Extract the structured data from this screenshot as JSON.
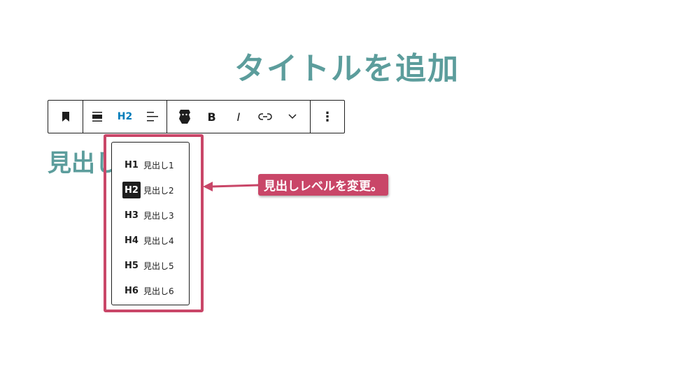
{
  "title": "タイトルを追加",
  "heading": "見出し",
  "toolbar": {
    "heading_level": "H2",
    "bold": "B",
    "italic": "I",
    "more": "⋮"
  },
  "menu": {
    "items": [
      {
        "level": "H1",
        "label": "見出し1",
        "selected": false
      },
      {
        "level": "H2",
        "label": "見出し2",
        "selected": true
      },
      {
        "level": "H3",
        "label": "見出し3",
        "selected": false
      },
      {
        "level": "H4",
        "label": "見出し4",
        "selected": false
      },
      {
        "level": "H5",
        "label": "見出し5",
        "selected": false
      },
      {
        "level": "H6",
        "label": "見出し6",
        "selected": false
      }
    ]
  },
  "callout": "見出しレベルを変更。",
  "colors": {
    "accent": "#c94668",
    "title": "#5c9d9c",
    "active": "#007cba"
  }
}
